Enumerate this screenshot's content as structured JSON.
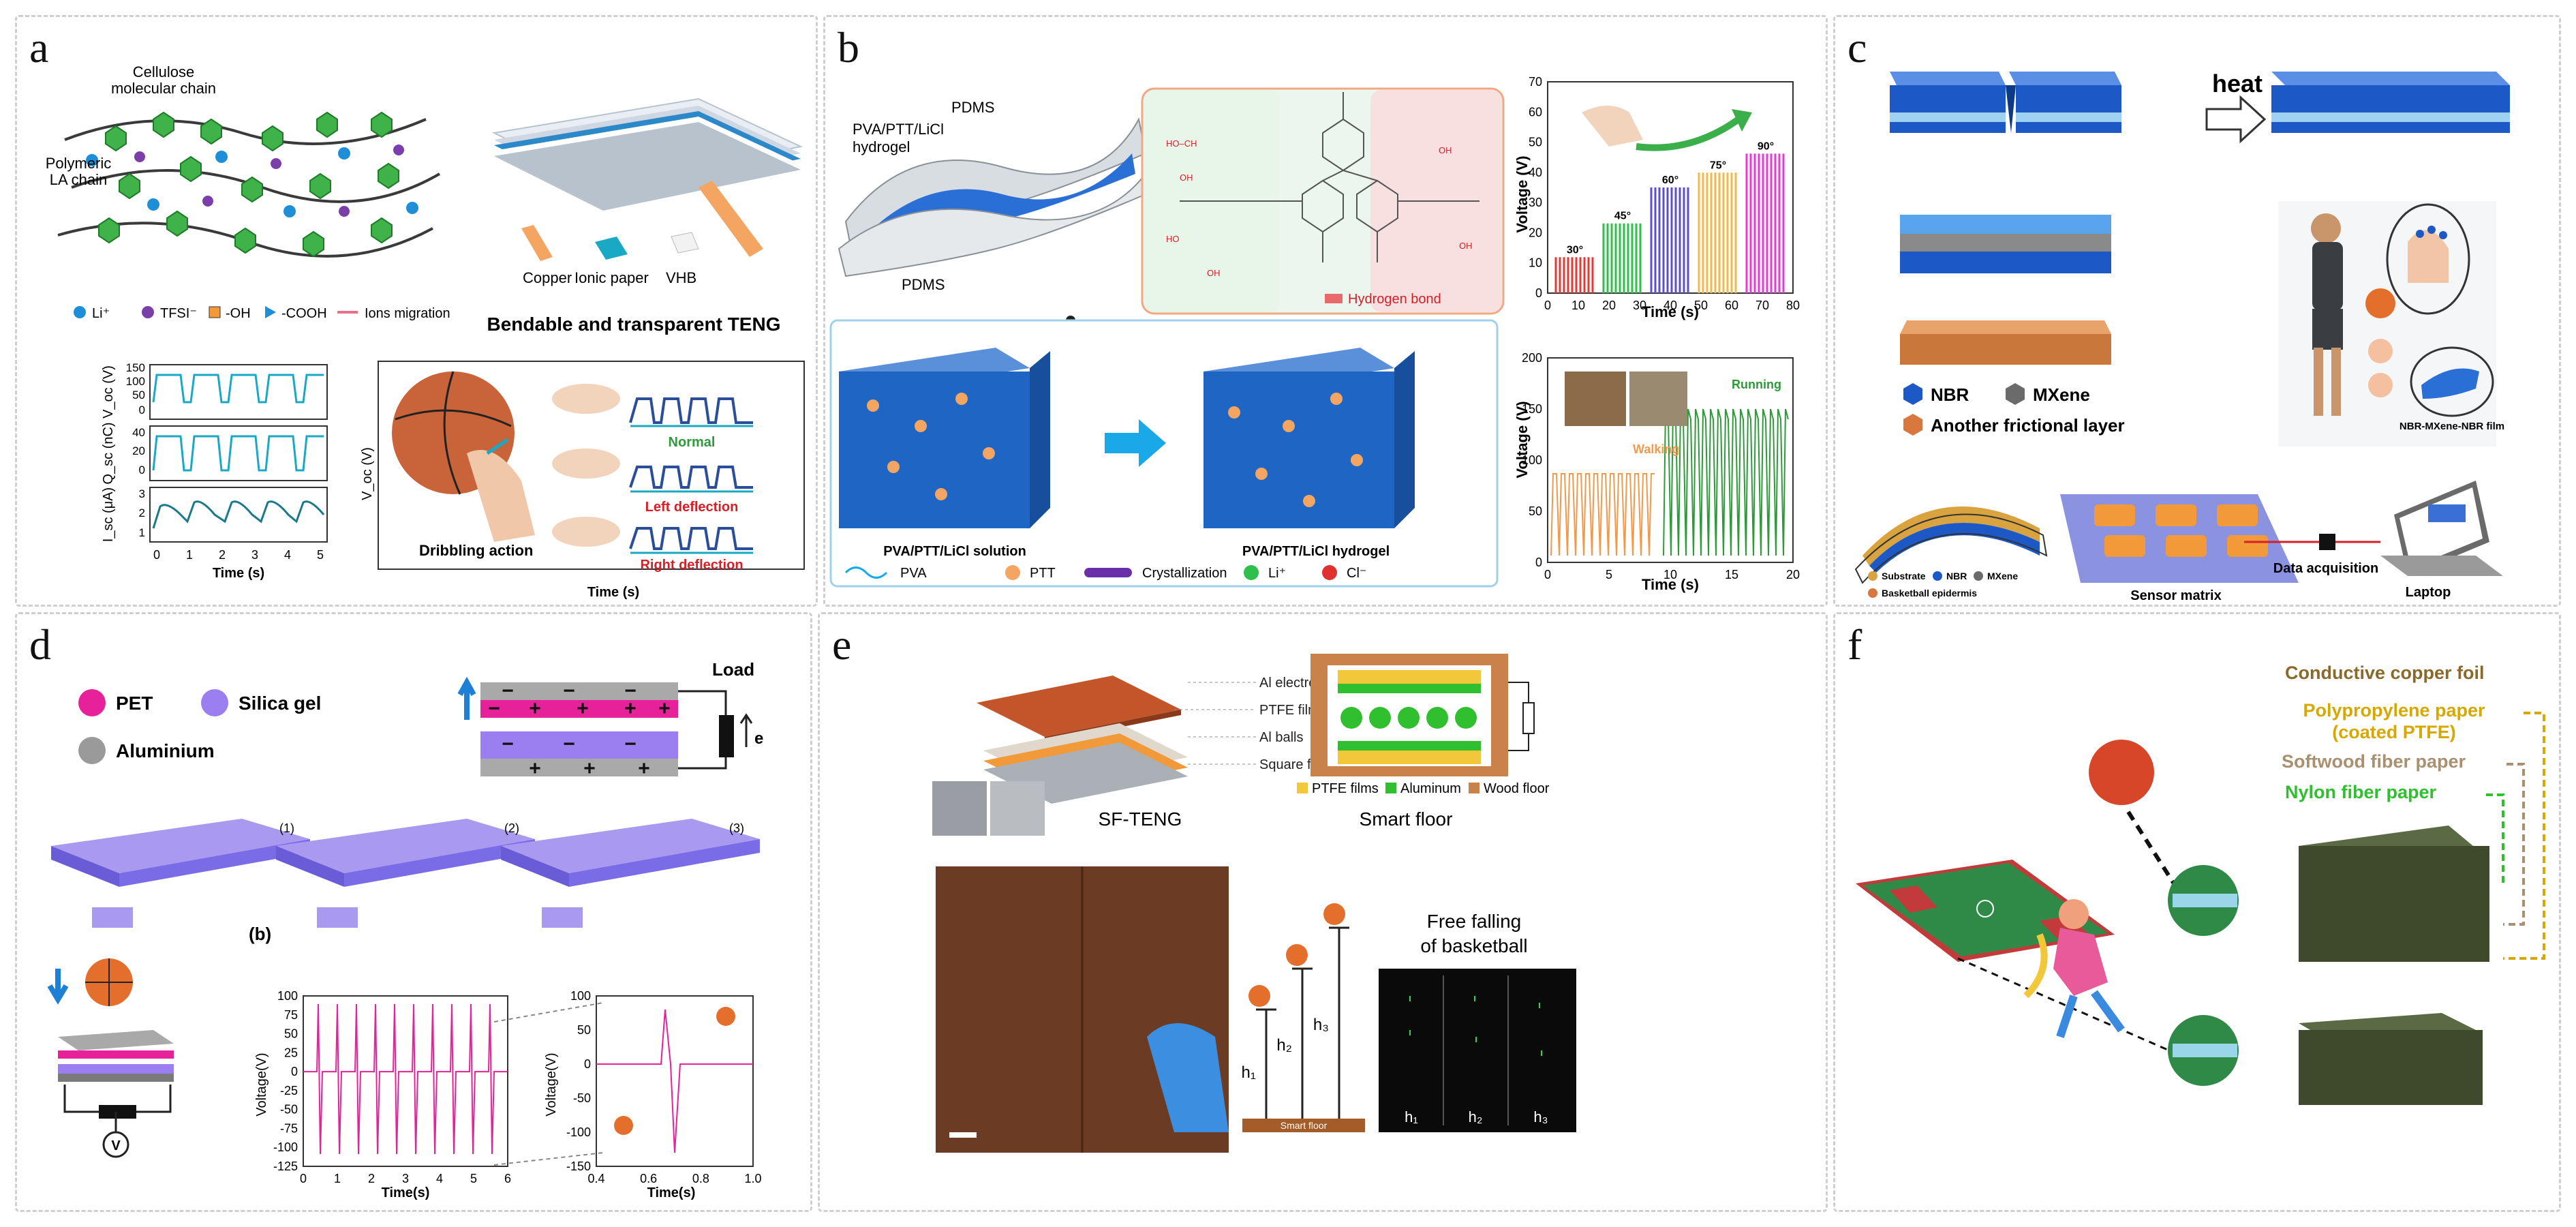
{
  "panels": {
    "a": {
      "label": "a",
      "mol_labels": [
        "Cellulose",
        "molecular chain",
        "Polymeric",
        "LA chain"
      ],
      "legend": [
        "Li⁺",
        "TFSI⁻",
        "-OH",
        "-COOH",
        "Ions migration"
      ],
      "teng_layers": [
        "Copper",
        "Ionic paper",
        "VHB"
      ],
      "teng_caption": "Bendable and transparent TENG",
      "plot_ylabels": [
        "V_oc (V)",
        "Q_sc (nC)",
        "I_sc (μA)"
      ],
      "voc_ticks": [
        "150",
        "100",
        "50",
        "0"
      ],
      "qsc_ticks": [
        "40",
        "20",
        "0"
      ],
      "isc_ticks": [
        "3",
        "2",
        "1"
      ],
      "x_ticks": [
        "0",
        "1",
        "2",
        "3",
        "4",
        "5"
      ],
      "xlabel": "Time (s)",
      "dribble_caption": "Dribbling action",
      "deflections": [
        "Normal",
        "Left deflection",
        "Right deflection"
      ],
      "dribble_ylabel": "V_oc (V)",
      "dribble_xlabel": "Time (s)"
    },
    "b": {
      "label": "b",
      "layers": [
        "PDMS",
        "PVA/PTT/LiCl",
        "hydrogel",
        "PDMS"
      ],
      "hbond": "Hydrogen bond",
      "solution": "PVA/PTT/LiCl solution",
      "hydrogel": "PVA/PTT/LiCl hydrogel",
      "legend": [
        "PVA",
        "PTT",
        "Crystallization",
        "Li⁺",
        "Cl⁻"
      ],
      "chart1": {
        "ylabel": "Voltage (V)",
        "xlabel": "Time (s)",
        "yticks": [
          "70",
          "60",
          "50",
          "40",
          "30",
          "20",
          "10",
          "0"
        ],
        "xticks": [
          "0",
          "10",
          "20",
          "30",
          "40",
          "50",
          "60",
          "70",
          "80"
        ],
        "angles": [
          "30°",
          "45°",
          "60°",
          "75°",
          "90°"
        ]
      },
      "chart2": {
        "ylabel": "Voltage (V)",
        "xlabel": "Time (s)",
        "yticks": [
          "200",
          "150",
          "100",
          "50",
          "0"
        ],
        "xticks": [
          "0",
          "5",
          "10",
          "15",
          "20"
        ],
        "labels": [
          "Walking",
          "Running"
        ]
      }
    },
    "c": {
      "label": "c",
      "heat": "heat",
      "legend": [
        "NBR",
        "MXene",
        "Another frictional layer"
      ],
      "film": "NBR-MXene-NBR film",
      "device_legend": [
        "Substrate",
        "NBR",
        "MXene",
        "Basketball epidermis"
      ],
      "sensor": "Sensor matrix",
      "daq": "Data acquisition",
      "laptop": "Laptop"
    },
    "d": {
      "label": "d",
      "legend": [
        "PET",
        "Silica gel",
        "Aluminium"
      ],
      "load": "Load",
      "e": "e",
      "patterns": [
        "(1)",
        "(2)",
        "(3)"
      ],
      "sub_b": "(b)",
      "meter": "V",
      "plot1": {
        "ylabel": "Voltage(V)",
        "xlabel": "Time(s)",
        "yticks": [
          "100",
          "75",
          "50",
          "25",
          "0",
          "-25",
          "-50",
          "-75",
          "-100",
          "-125"
        ],
        "xticks": [
          "0",
          "1",
          "2",
          "3",
          "4",
          "5",
          "6"
        ]
      },
      "plot2": {
        "ylabel": "Voltage(V)",
        "xlabel": "Time(s)",
        "yticks": [
          "100",
          "50",
          "0",
          "-50",
          "-100",
          "-150"
        ],
        "xticks": [
          "0.4",
          "0.6",
          "0.8",
          "1.0"
        ]
      }
    },
    "e": {
      "label": "e",
      "parts": [
        "Al electrode",
        "PTFE film",
        "Al balls",
        "Square frame"
      ],
      "sfteng": "SF-TENG",
      "floor_legend": [
        "PTFE films",
        "Aluminum",
        "Wood floor"
      ],
      "smart_floor": "Smart floor",
      "free_fall": [
        "Free falling",
        "of basketball"
      ],
      "heights": [
        "h₁",
        "h₂",
        "h₃"
      ],
      "floor_label": "Smart floor"
    },
    "f": {
      "label": "f",
      "layers": [
        "Conductive copper foil",
        "Polypropylene  paper",
        "(coated PTFE)",
        "Softwood fiber paper",
        "Nylon fiber paper"
      ]
    }
  },
  "colors": {
    "cyan": "#1aa9c4",
    "magenta": "#e6219a",
    "green_plot": "#2e9a3a",
    "orange_plot": "#f29a4c",
    "blue_film": "#2a6fd6",
    "purple": "#7a6be6",
    "red": "#d61f26"
  }
}
